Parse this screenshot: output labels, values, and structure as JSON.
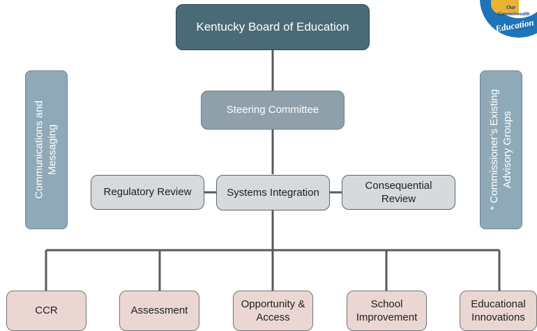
{
  "board": {
    "label": "Kentucky Board of Education"
  },
  "steering": {
    "label": "Steering Committee"
  },
  "systems": {
    "label": "Systems Integration"
  },
  "regulatory": {
    "label": "Regulatory Review"
  },
  "consequential": {
    "line1": "Consequential",
    "line2": "Review"
  },
  "communications": {
    "line1": "Communications and",
    "line2": "Messaging"
  },
  "advisory": {
    "line1": "* Commissioner’s Existing",
    "line2": "Advisory Groups"
  },
  "workgroups": [
    {
      "line1": "CCR",
      "line2": ""
    },
    {
      "line1": "Assessment",
      "line2": ""
    },
    {
      "line1": "Opportunity &",
      "line2": "Access"
    },
    {
      "line1": "School",
      "line2": "Improvement"
    },
    {
      "line1": "Educational",
      "line2": "Innovations"
    }
  ],
  "logo": {
    "line1": "Our",
    "line2": "Commonwealth",
    "line3": "Education"
  },
  "colors": {
    "board": "#4a6a78",
    "steering": "#8fa0aa",
    "review": "#d6dadd",
    "workgroup": "#ead6d3",
    "side": "#8fa9b8",
    "connector": "#595959"
  }
}
